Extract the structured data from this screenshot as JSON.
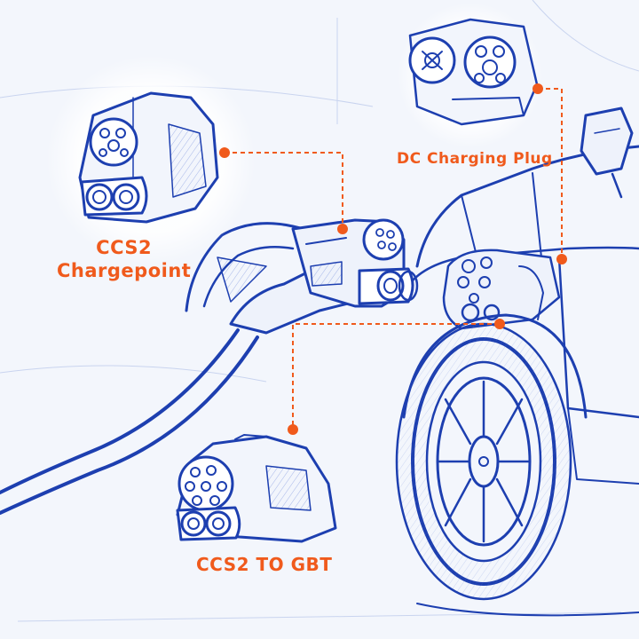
{
  "labels": {
    "dc_charging_plug": "DC Charging Plug",
    "ccs2_chargepoint_line1": "CCS2",
    "ccs2_chargepoint_line2": "Chargepoint",
    "ccs2_to_gbt": "CCS2 TO GBT"
  },
  "colors": {
    "accent": "#f05a1c",
    "sketch_blue": "#1d3fb0",
    "background": "#f3f6fc"
  },
  "icons": [
    "car-sketch",
    "charging-plug-sketch",
    "ccs2-connector-sketch",
    "gbt-connector-sketch",
    "dc-socket-sketch"
  ]
}
